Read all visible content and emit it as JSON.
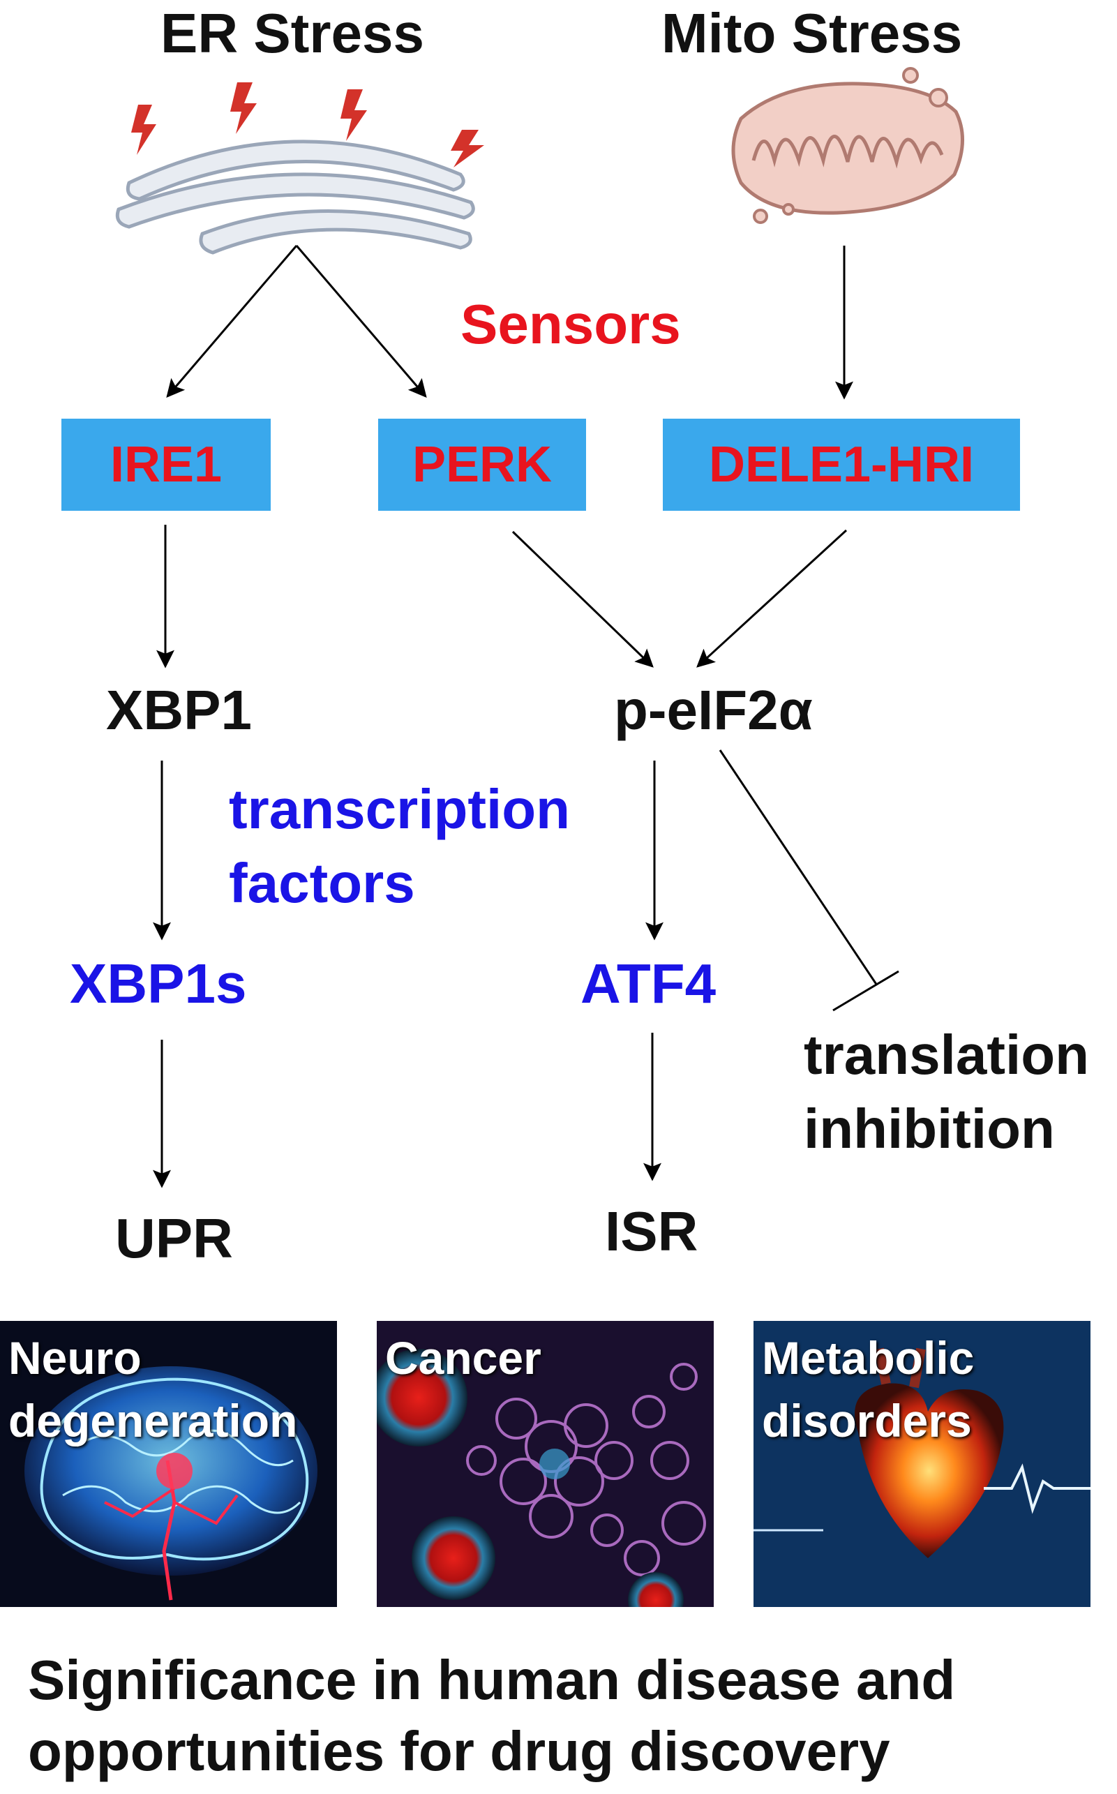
{
  "stress": {
    "er": "ER Stress",
    "mito": "Mito Stress"
  },
  "sensors_label": "Sensors",
  "sensors": {
    "ire1": "IRE1",
    "perk": "PERK",
    "dele1": "DELE1-HRI"
  },
  "nodes": {
    "xbp1": "XBP1",
    "peif2a": "p-eIF2α",
    "tf_line1": "transcription",
    "tf_line2": "factors",
    "xbp1s": "XBP1s",
    "atf4": "ATF4",
    "ti_line1": "translation",
    "ti_line2": "inhibition",
    "upr": "UPR",
    "isr": "ISR"
  },
  "panels": {
    "neuro_line1": "Neuro",
    "neuro_line2": "degeneration",
    "cancer": "Cancer",
    "metabolic_line1": "Metabolic",
    "metabolic_line2": "disorders"
  },
  "footer": {
    "line1": "Significance in human disease and",
    "line2": "opportunities for drug discovery"
  },
  "colors": {
    "sensor_box": "#3aa8ec",
    "sensor_text": "#e8141e",
    "transcription_factor": "#1a14e6",
    "node_text": "#111111"
  }
}
